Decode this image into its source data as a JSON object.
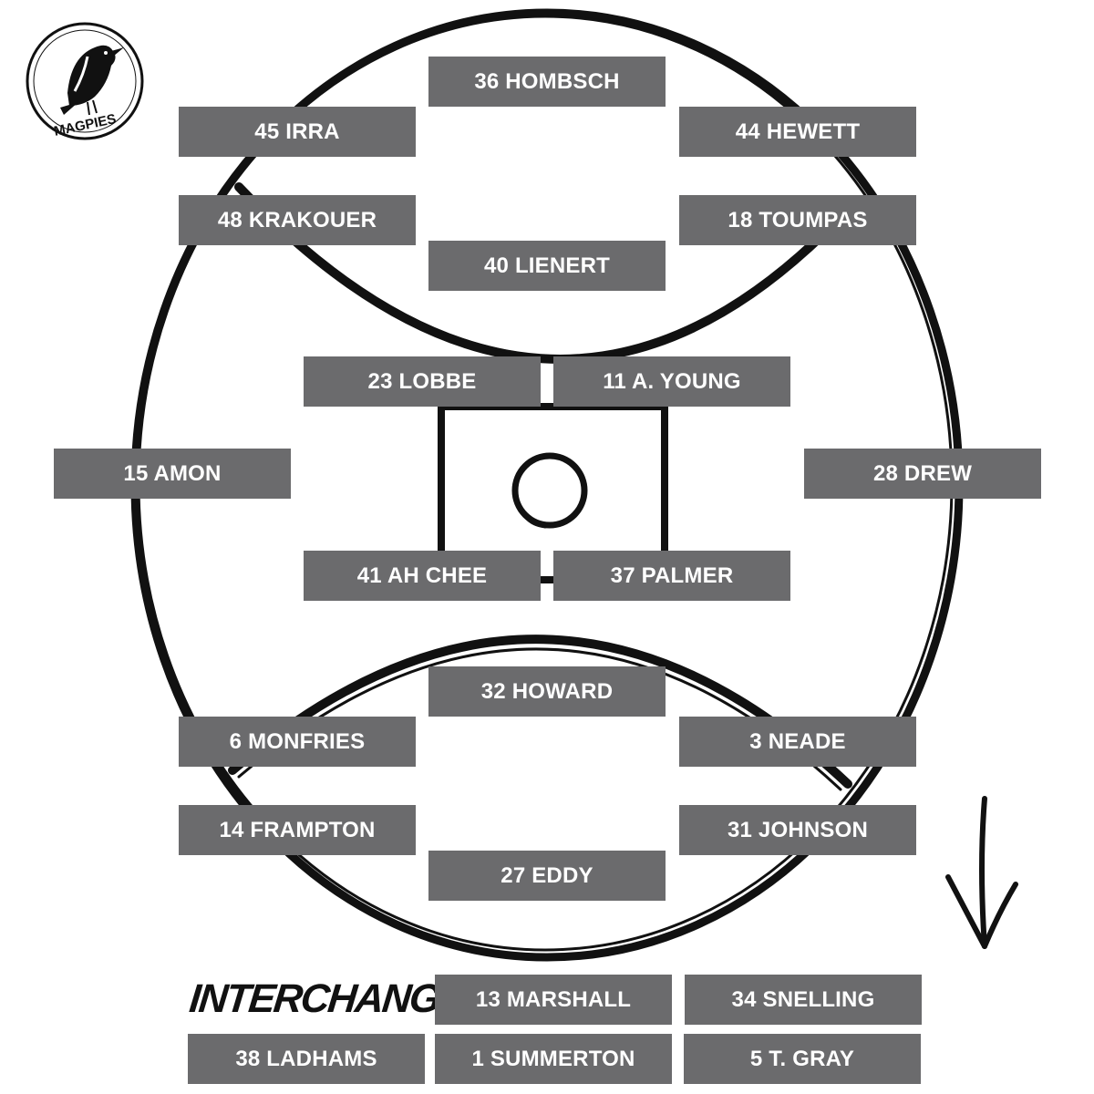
{
  "colors": {
    "slot_background": "#6b6b6d",
    "slot_text": "#ffffff",
    "field_lines": "#111111"
  },
  "logo": {
    "text": "MAGPIES",
    "icon": "magpie-icon"
  },
  "positions": {
    "full_forward": "36 HOMBSCH",
    "forward_pocket_left": "45 IRRA",
    "forward_pocket_right": "44 HEWETT",
    "half_forward_flank_left": "48 KRAKOUER",
    "half_forward_flank_right": "18 TOUMPAS",
    "centre_half_forward": "40 LIENERT",
    "ruck": "23 LOBBE",
    "ruck_rover": "11 A. YOUNG",
    "wing_left": "15 AMON",
    "wing_right": "28 DREW",
    "rover": "41 AH CHEE",
    "centre": "37 PALMER",
    "centre_half_back": "32 HOWARD",
    "half_back_flank_left": "6 MONFRIES",
    "half_back_flank_right": "3 NEADE",
    "back_pocket_left": "14 FRAMPTON",
    "back_pocket_right": "31 JOHNSON",
    "full_back": "27 EDDY"
  },
  "interchange": {
    "heading": "INTERCHANGE",
    "players": [
      "13 MARSHALL",
      "34 SNELLING",
      "38 LADHAMS",
      "1 SUMMERTON",
      "5 T. GRAY"
    ]
  },
  "icons": {
    "arrow": "down-arrow-icon"
  }
}
